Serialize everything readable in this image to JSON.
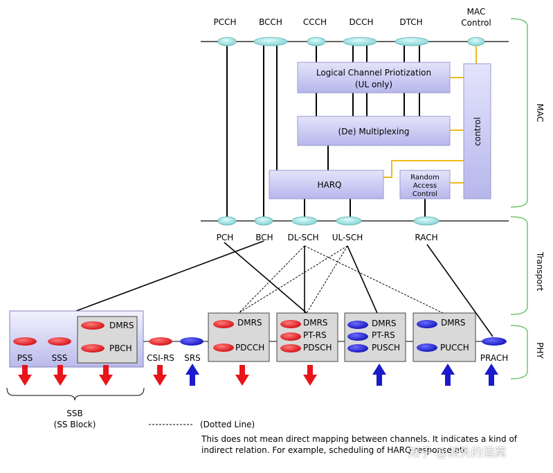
{
  "logical_channels": [
    "PCCH",
    "BCCH",
    "CCCH",
    "DCCH",
    "DTCH"
  ],
  "mac_control_label": "MAC\nControl",
  "transport_channels": [
    "PCH",
    "BCH",
    "DL-SCH",
    "UL-SCH",
    "RACH"
  ],
  "mac_blocks": {
    "prioritization": "Logical Channel Priotization\n(UL only)",
    "multiplexing": "(De) Multiplexing",
    "harq": "HARQ",
    "random_access": "Random\nAccess\nControl",
    "control": "control"
  },
  "layers": {
    "mac": "MAC",
    "transport": "Transport",
    "phy": "PHY"
  },
  "phy": {
    "ssb_signals": [
      "PSS",
      "SSS"
    ],
    "ssb_inner": [
      "DMRS",
      "PBCH"
    ],
    "standalone": [
      "CSI-RS",
      "SRS"
    ],
    "pdcch_group": [
      "DMRS",
      "PDCCH"
    ],
    "pdsch_group": [
      "DMRS",
      "PT-RS",
      "PDSCH"
    ],
    "pusch_group": [
      "DMRS",
      "PT-RS",
      "PUSCH"
    ],
    "pucch_group": [
      "DMRS",
      "PUCCH"
    ],
    "prach": "PRACH"
  },
  "ssb_label": "SSB\n(SS Block)",
  "legend": {
    "dotted": "(Dotted Line)",
    "note": "This does not mean direct mapping between channels. It indicates a kind of indirect relation. For example, scheduling of HARQ response etc"
  },
  "watermark": "知乎 @消失的酒窝",
  "colors": {
    "downlink": "#e8141a",
    "uplink": "#1a1acc",
    "channel_node": "#9fe6e6",
    "block_fill": "#c4c4f2",
    "phy_box": "#d9d9d9",
    "control_line": "#f2b81a",
    "bracket": "#55bb55"
  }
}
